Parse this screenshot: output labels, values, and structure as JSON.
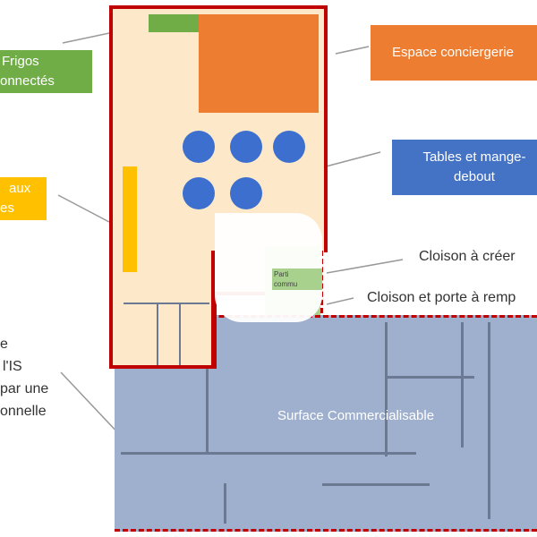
{
  "labels": {
    "frigos": [
      "Frigos",
      "onnectés"
    ],
    "conciergerie": "Espace conciergerie",
    "tables": [
      "Tables et mange-",
      "debout"
    ],
    "yellow": [
      "aux",
      "es"
    ],
    "cloison_creer": "Cloison à créer",
    "cloison_porte": "Cloison et porte à remp",
    "surface": "Surface Commercialisable",
    "parties": [
      "Parti",
      "commu"
    ],
    "left_note": [
      "e",
      "l'IS",
      "par une",
      "onnelle"
    ]
  },
  "colors": {
    "green": "#70ad47",
    "orange": "#ed7d31",
    "blue": "#4472c4",
    "yellow": "#ffc000",
    "red": "#c00000",
    "beige": "#fde9c9",
    "surface": "#9fb0cf"
  }
}
